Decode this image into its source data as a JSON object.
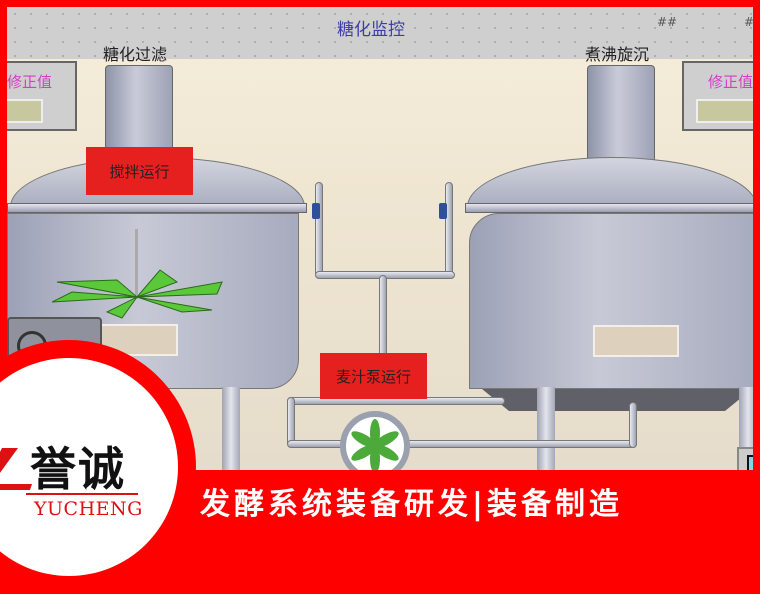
{
  "screen": {
    "title": "糖化监控",
    "indicators": [
      "##",
      "##"
    ]
  },
  "tanks": [
    {
      "label": "糖化过滤",
      "status": "搅拌运行",
      "correction_label": "修正值",
      "correction_value": ""
    },
    {
      "label": "煮沸旋沉",
      "status": "",
      "correction_label": "修正值",
      "correction_value": ""
    }
  ],
  "pump": {
    "status": "麦汁泵运行"
  },
  "colors": {
    "frame": "#ff0000",
    "status_bg": "#e61f1f",
    "title_text": "#3d3da8",
    "correction_text": "#d43fc3",
    "agitator": "#5bc83a"
  },
  "brand": {
    "name_cn": "誉诚",
    "name_en": "YUCHENG",
    "slogan": "发酵系统装备研发|装备制造"
  }
}
